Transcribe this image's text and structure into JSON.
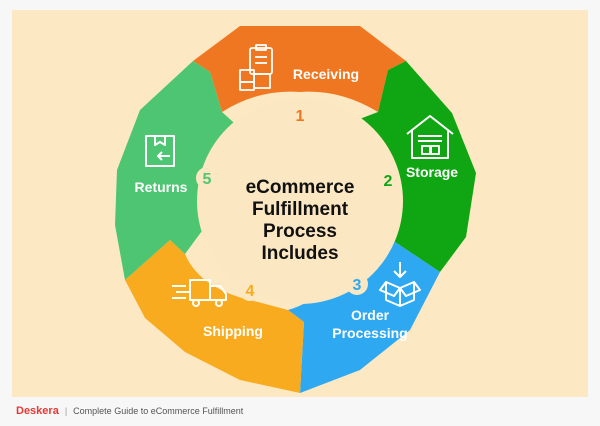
{
  "title_lines": [
    "eCommerce",
    "Fulfillment",
    "Process",
    "Includes"
  ],
  "steps": [
    {
      "number": "1",
      "label": "Receiving",
      "icon": "clipboard-boxes-icon",
      "color": "#f07722"
    },
    {
      "number": "2",
      "label": "Storage",
      "icon": "warehouse-icon",
      "color": "#10a512"
    },
    {
      "number": "3",
      "label_lines": [
        "Order",
        "Processing"
      ],
      "icon": "open-box-icon",
      "color": "#2ea9f1"
    },
    {
      "number": "4",
      "label": "Shipping",
      "icon": "delivery-truck-icon",
      "color": "#f9ab1f"
    },
    {
      "number": "5",
      "label": "Returns",
      "icon": "return-box-icon",
      "color": "#4ec572"
    }
  ],
  "colors": {
    "background": "#fde8c4",
    "center_disc": "#fbe7c2",
    "text_dark": "#111111"
  },
  "footer": {
    "brand": "Deskera",
    "separator": "|",
    "text": "Complete Guide to eCommerce Fulfillment"
  }
}
